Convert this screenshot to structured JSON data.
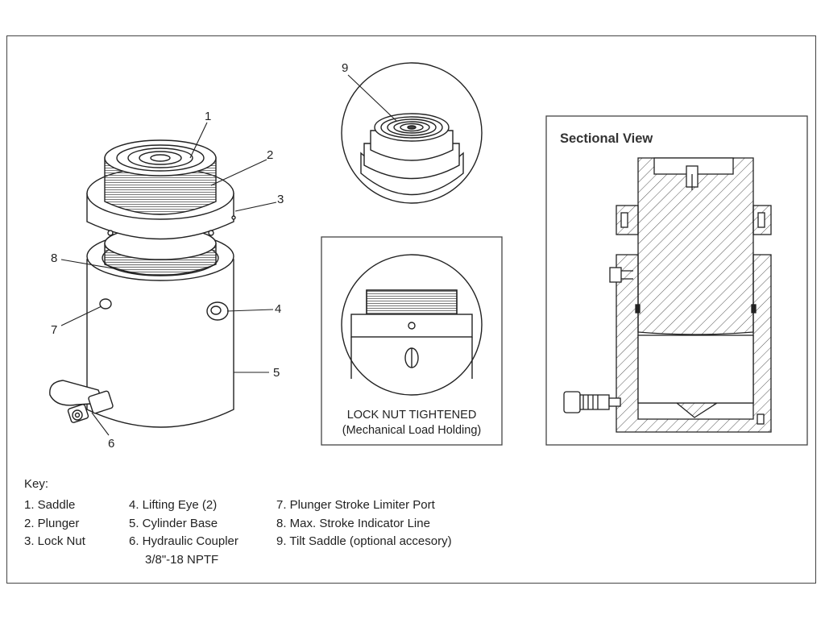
{
  "callouts": {
    "n1": "1",
    "n2": "2",
    "n3": "3",
    "n4": "4",
    "n5": "5",
    "n6": "6",
    "n7": "7",
    "n8": "8",
    "n9": "9"
  },
  "lock_nut_panel": {
    "line1": "LOCK NUT TIGHTENED",
    "line2": "(Mechanical Load Holding)"
  },
  "sectional_view": {
    "title": "Sectional View"
  },
  "key": {
    "title": "Key:",
    "items": [
      "1. Saddle",
      "2. Plunger",
      "3. Lock Nut",
      "4. Lifting Eye (2)",
      "5. Cylinder Base",
      "6. Hydraulic Coupler",
      "3/8\"-18 NPTF",
      "7. Plunger Stroke Limiter Port",
      "8. Max. Stroke Indicator Line",
      "9. Tilt Saddle (optional accesory)"
    ]
  }
}
